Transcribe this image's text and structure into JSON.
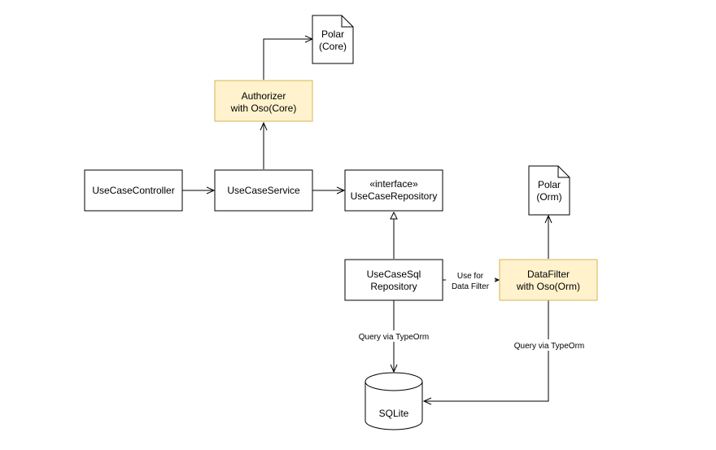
{
  "colors": {
    "stroke": "#000000",
    "highlight_fill": "#fff2cc",
    "highlight_stroke": "#d6b656",
    "background": "#ffffff"
  },
  "nodes": {
    "polar_core": {
      "line1": "Polar",
      "line2": "(Core)",
      "shape": "document"
    },
    "authorizer": {
      "line1": "Authorizer",
      "line2": "with Oso(Core)",
      "highlighted": true
    },
    "controller": {
      "label": "UseCaseController"
    },
    "service": {
      "label": "UseCaseService"
    },
    "repository": {
      "line1": "«interface»",
      "line2": "UseCaseRepository"
    },
    "polar_orm": {
      "line1": "Polar",
      "line2": "(Orm)",
      "shape": "document"
    },
    "sql_repository": {
      "line1": "UseCaseSql",
      "line2": "Repository"
    },
    "datafilter": {
      "line1": "DataFilter",
      "line2": "with Oso(Orm)",
      "highlighted": true
    },
    "sqlite": {
      "label": "SQLite",
      "shape": "cylinder"
    }
  },
  "edges": {
    "use_for_data_filter": {
      "line1": "Use for",
      "line2": "Data Filter"
    },
    "query_sql": {
      "label": "Query via TypeOrm"
    },
    "query_datafilter": {
      "label": "Query via TypeOrm"
    }
  }
}
